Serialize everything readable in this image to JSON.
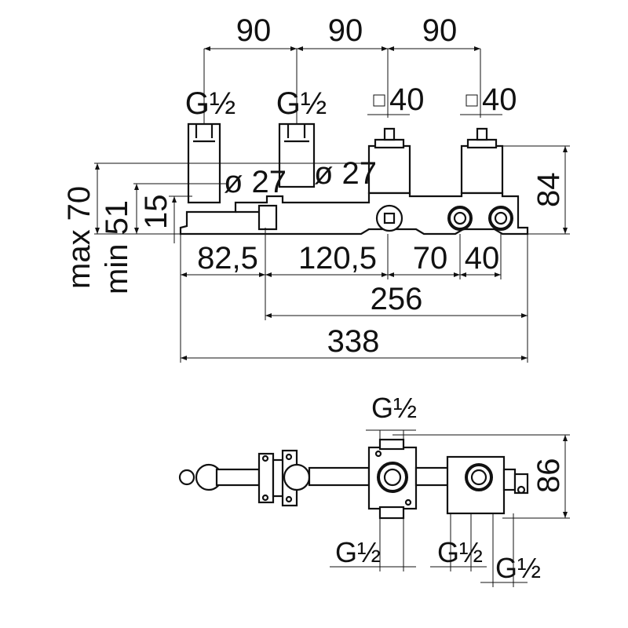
{
  "front_view": {
    "spacing_1": "90",
    "spacing_2": "90",
    "spacing_3": "90",
    "inlet_left": "G½",
    "inlet_mid": "G½",
    "square_1": "40",
    "square_2": "40",
    "dia_1": "ø 27",
    "dia_2": "ø 27",
    "height_right": "84",
    "height_max": "max 70",
    "height_min": "min 51",
    "height_15": "15",
    "seg_1": "82,5",
    "seg_2": "120,5",
    "seg_3": "70",
    "seg_4": "40",
    "total_256": "256",
    "total_338": "338"
  },
  "top_view": {
    "top_thread": "G½",
    "depth": "86",
    "bottom_thread_1": "G½",
    "bottom_thread_2": "G½",
    "bottom_thread_3": "G½"
  }
}
